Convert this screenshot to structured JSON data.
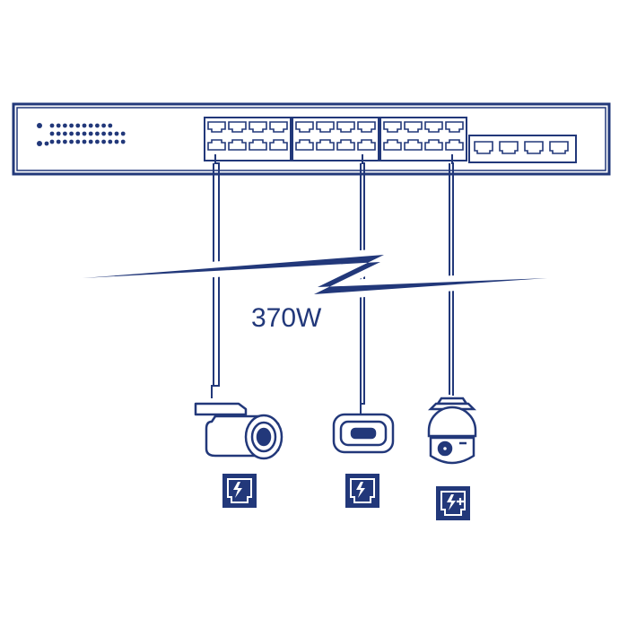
{
  "diagram": {
    "power_budget_label": "370W",
    "accent_color": "#22387a",
    "port_groups": 3,
    "ports_per_row": 4,
    "sfp_ports": 4,
    "devices": [
      {
        "name": "bullet-camera",
        "poe_standard": "poe"
      },
      {
        "name": "wireless-access-point",
        "poe_standard": "poe"
      },
      {
        "name": "ptz-dome-camera",
        "poe_standard": "poe-plus"
      }
    ]
  }
}
